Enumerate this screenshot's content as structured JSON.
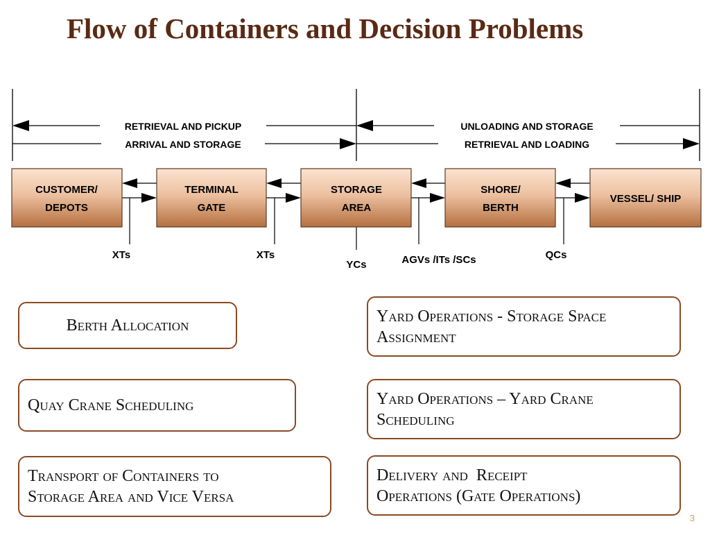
{
  "slide": {
    "title": "Flow of Containers and Decision Problems",
    "page_number": "3"
  },
  "flow": {
    "colors": {
      "node_top": "#fbe3d0",
      "node_bottom": "#b5703f",
      "node_border": "#5a3a26",
      "line": "#000000",
      "title": "#5a2a14",
      "box_border": "#8a4a22"
    },
    "left_span": {
      "top": "RETRIEVAL AND PICKUP",
      "bottom": "ARRIVAL AND STORAGE"
    },
    "right_span": {
      "top": "UNLOADING AND STORAGE",
      "bottom": "RETRIEVAL AND LOADING"
    },
    "nodes": [
      {
        "id": "customer",
        "lines": [
          "CUSTOMER/",
          "DEPOTS"
        ]
      },
      {
        "id": "gate",
        "lines": [
          "TERMINAL",
          "GATE"
        ]
      },
      {
        "id": "storage",
        "lines": [
          "STORAGE",
          "AREA"
        ]
      },
      {
        "id": "shore",
        "lines": [
          "SHORE/",
          "BERTH"
        ]
      },
      {
        "id": "vessel",
        "lines": [
          "VESSEL/ SHIP"
        ]
      }
    ],
    "equipment": [
      {
        "id": "xts-1",
        "label": "XTs"
      },
      {
        "id": "xts-2",
        "label": "XTs"
      },
      {
        "id": "ycs",
        "label": "YCs"
      },
      {
        "id": "agvs",
        "label": "AGVs /ITs /SCs"
      },
      {
        "id": "qcs",
        "label": "QCs"
      }
    ]
  },
  "problems": {
    "berth": "Berth Allocation",
    "quay": "Quay Crane Scheduling",
    "transport": [
      "Transport of Containers to",
      "Storage Area and Vice Versa"
    ],
    "yard_space": [
      "Yard Operations - Storage Space",
      "Assignment"
    ],
    "yard_crane": [
      "Yard Operations – Yard Crane",
      "Scheduling"
    ],
    "delivery": [
      "Delivery and  Receipt",
      "Operations (Gate Operations)"
    ]
  }
}
